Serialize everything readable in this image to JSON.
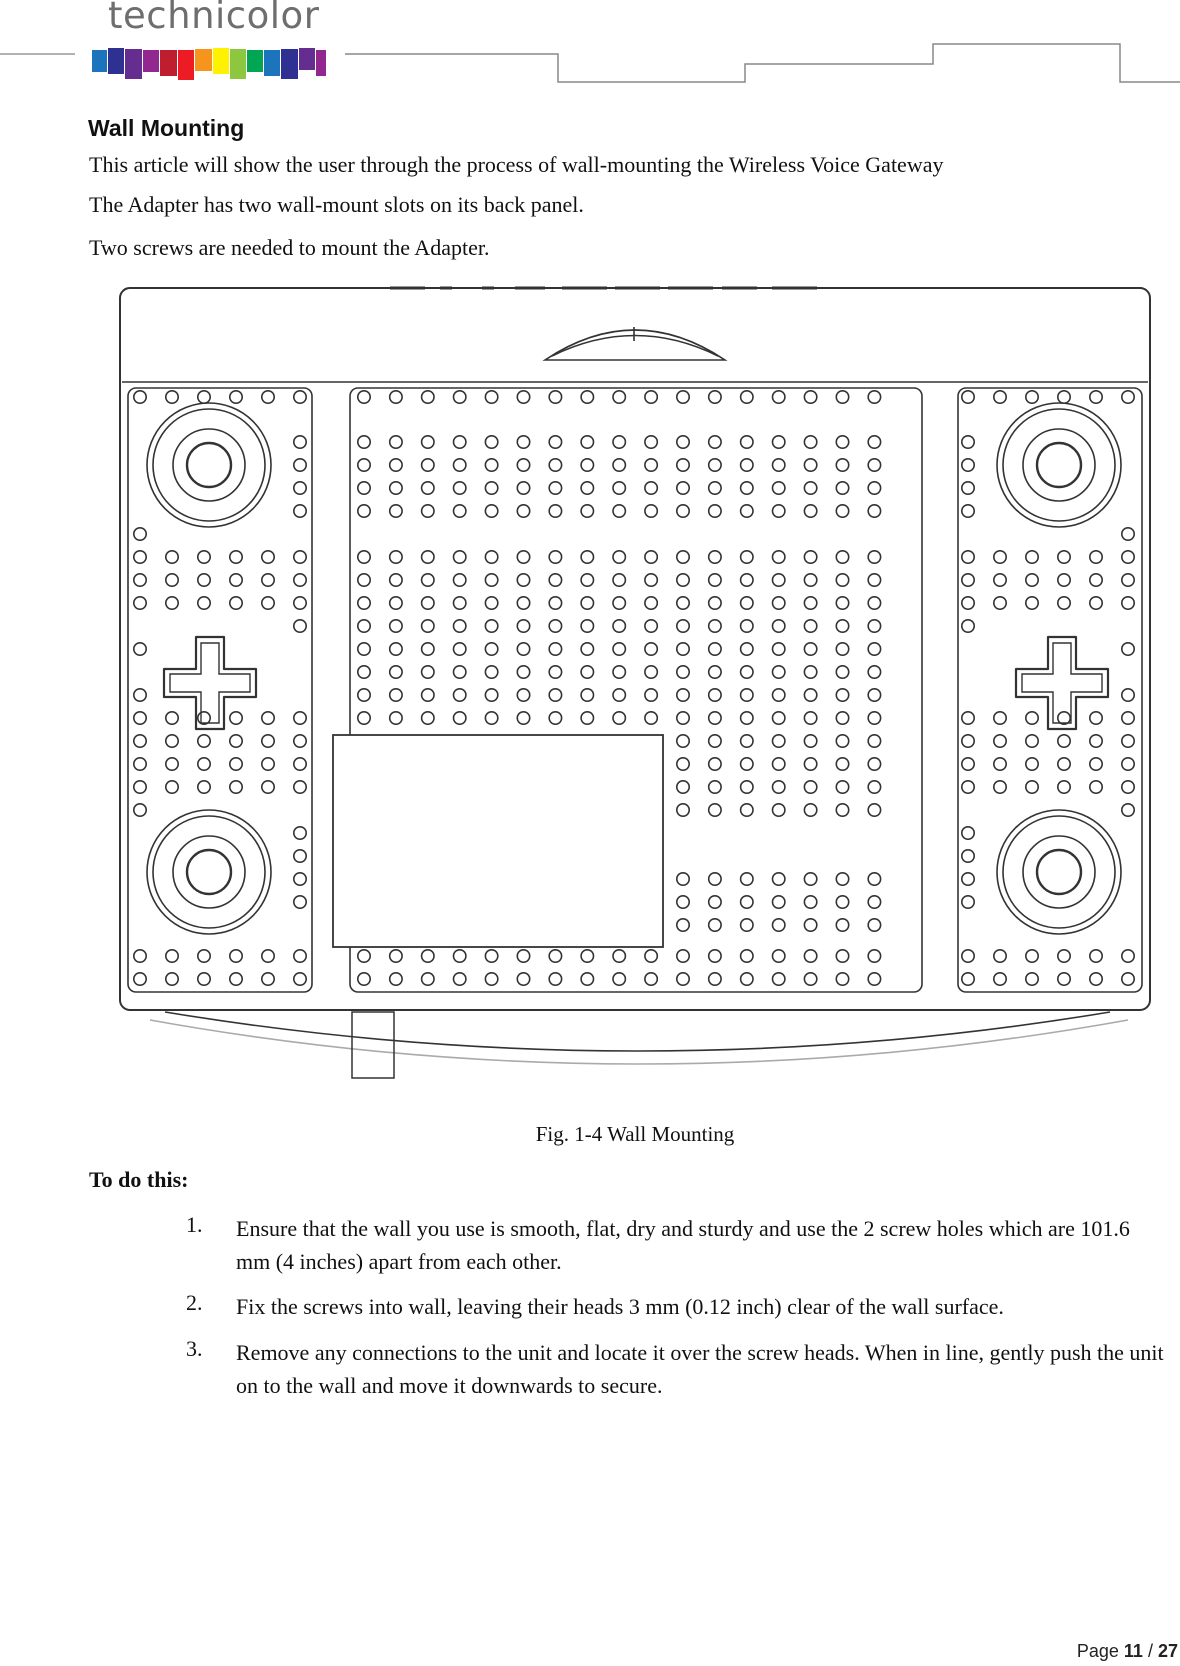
{
  "header": {
    "logo_text": "technicolor",
    "logo_colors": [
      "#1c75bc",
      "#2e3192",
      "#662d91",
      "#92278f",
      "#be1e2d",
      "#ed1c24",
      "#f7941d",
      "#fff200",
      "#8dc63f",
      "#00a651"
    ]
  },
  "section": {
    "title": "Wall Mounting",
    "paragraphs": [
      "This article will show the user through the process of wall-mounting the Wireless Voice Gateway",
      "The Adapter has two wall-mount slots on its back panel.",
      "Two screws are needed to mount the Adapter."
    ]
  },
  "figure": {
    "caption": "Fig. 1-4 Wall Mounting"
  },
  "instructions": {
    "heading": "To do this:",
    "steps": [
      {
        "num": "1.",
        "text": "Ensure that the wall you use is smooth, flat, dry and sturdy and use the 2 screw holes which are 101.6 mm (4 inches) apart from each other."
      },
      {
        "num": "2.",
        "text": "Fix the screws into wall, leaving their heads 3 mm (0.12 inch) clear of the wall surface."
      },
      {
        "num": "3.",
        "text": "Remove any connections to the unit and locate it over the screw heads.  When in line, gently push the unit on to the wall and move it downwards to secure."
      }
    ]
  },
  "footer": {
    "page_label": "Page",
    "page_current": "11",
    "page_separator": "/",
    "page_total": "27"
  }
}
